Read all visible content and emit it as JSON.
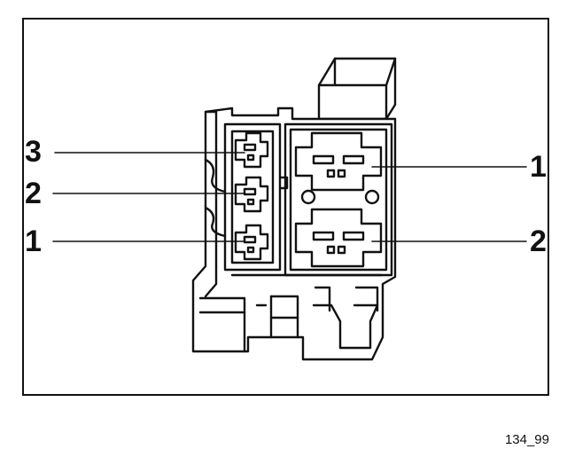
{
  "figure": {
    "id_label": "134_99"
  },
  "callouts": {
    "left_top": "3",
    "left_middle": "2",
    "left_bottom": "1",
    "right_top": "1",
    "right_bottom": "2"
  },
  "colors": {
    "line": "#111111",
    "paper": "#ffffff"
  }
}
